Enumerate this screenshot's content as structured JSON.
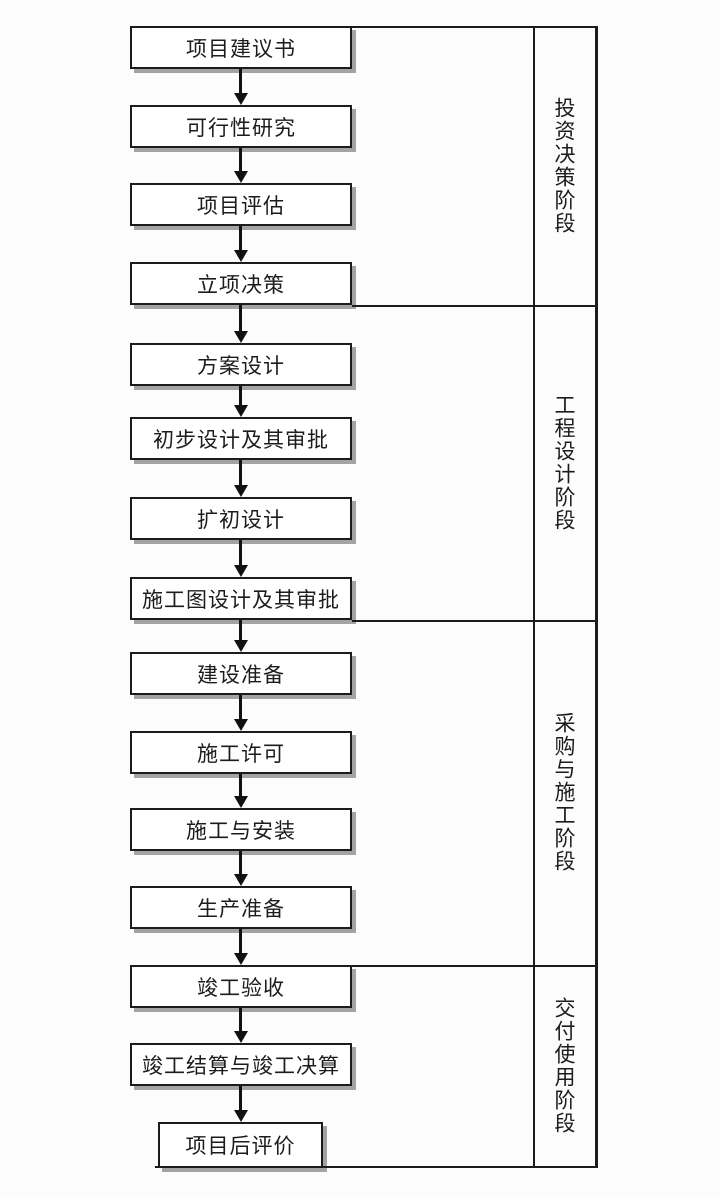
{
  "flowchart": {
    "steps": [
      {
        "label": "项目建议书"
      },
      {
        "label": "可行性研究"
      },
      {
        "label": "项目评估"
      },
      {
        "label": "立项决策"
      },
      {
        "label": "方案设计"
      },
      {
        "label": "初步设计及其审批"
      },
      {
        "label": "扩初设计"
      },
      {
        "label": "施工图设计及其审批"
      },
      {
        "label": "建设准备"
      },
      {
        "label": "施工许可"
      },
      {
        "label": "施工与安装"
      },
      {
        "label": "生产准备"
      },
      {
        "label": "竣工验收"
      },
      {
        "label": "竣工结算与竣工决算"
      },
      {
        "label": "项目后评价"
      }
    ],
    "phases": [
      {
        "label": "投资决策阶段"
      },
      {
        "label": "工程设计阶段"
      },
      {
        "label": "采购与施工阶段"
      },
      {
        "label": "交付使用阶段"
      }
    ],
    "colors": {
      "line": "#1c1c1c",
      "box_border": "#1c1c1c",
      "box_fill": "#ffffff",
      "box_shadow": "#a3a3a3",
      "background": "#fcfcfc",
      "text": "#1c1c1c"
    }
  }
}
